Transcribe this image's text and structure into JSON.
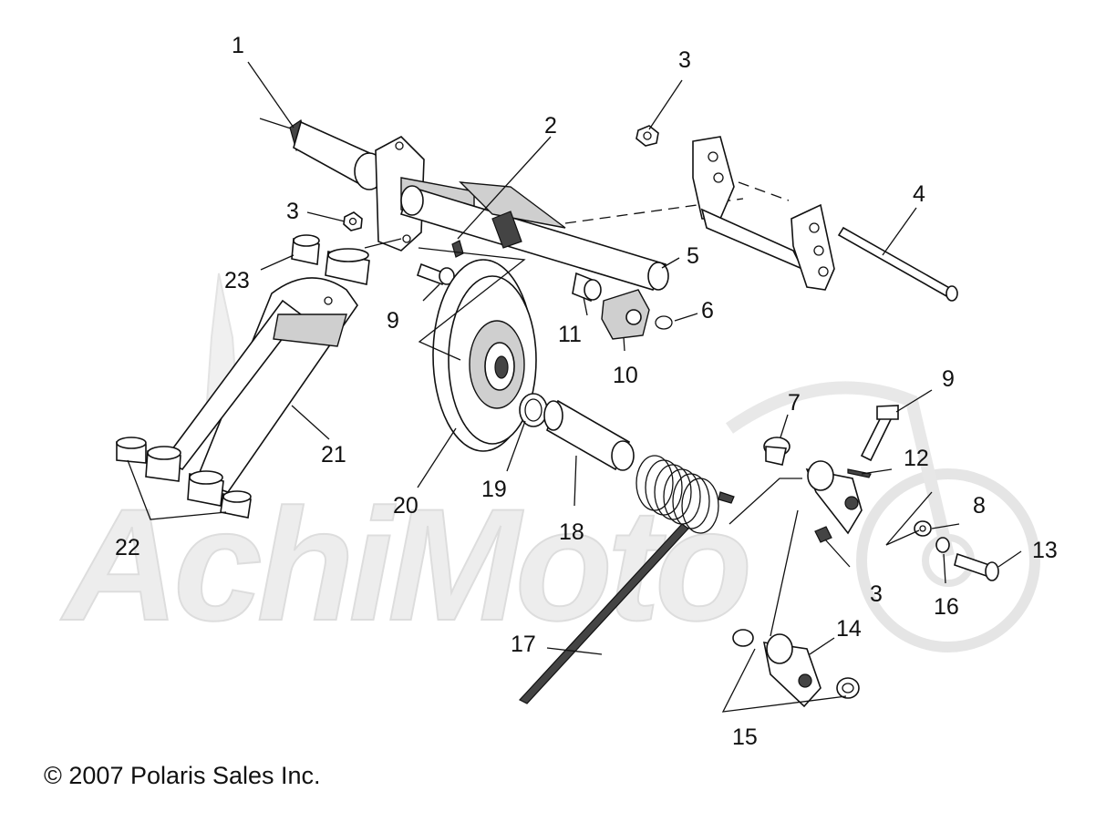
{
  "copyright": "© 2007 Polaris Sales Inc.",
  "watermark": {
    "text": "AchiMoto"
  },
  "callouts": [
    {
      "id": "c1",
      "label": "1"
    },
    {
      "id": "c2",
      "label": "2"
    },
    {
      "id": "c3a",
      "label": "3"
    },
    {
      "id": "c3b",
      "label": "3"
    },
    {
      "id": "c3c",
      "label": "3"
    },
    {
      "id": "c4",
      "label": "4"
    },
    {
      "id": "c5",
      "label": "5"
    },
    {
      "id": "c6",
      "label": "6"
    },
    {
      "id": "c7",
      "label": "7"
    },
    {
      "id": "c8",
      "label": "8"
    },
    {
      "id": "c9a",
      "label": "9"
    },
    {
      "id": "c9b",
      "label": "9"
    },
    {
      "id": "c10",
      "label": "10"
    },
    {
      "id": "c11",
      "label": "11"
    },
    {
      "id": "c12",
      "label": "12"
    },
    {
      "id": "c13",
      "label": "13"
    },
    {
      "id": "c14",
      "label": "14"
    },
    {
      "id": "c15",
      "label": "15"
    },
    {
      "id": "c16",
      "label": "16"
    },
    {
      "id": "c17",
      "label": "17"
    },
    {
      "id": "c18",
      "label": "18"
    },
    {
      "id": "c19",
      "label": "19"
    },
    {
      "id": "c20",
      "label": "20"
    },
    {
      "id": "c21",
      "label": "21"
    },
    {
      "id": "c22",
      "label": "22"
    },
    {
      "id": "c23",
      "label": "23"
    }
  ]
}
